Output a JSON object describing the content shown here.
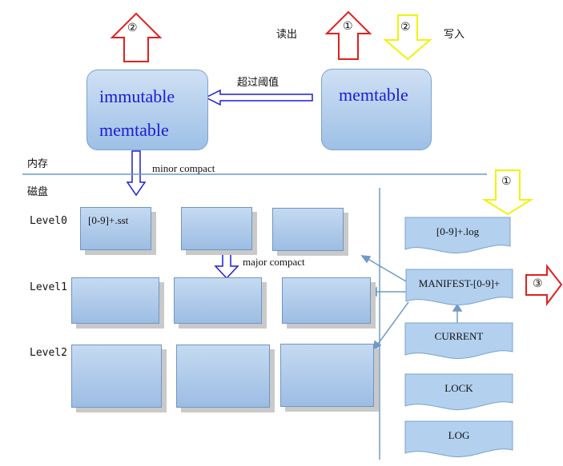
{
  "memory": {
    "immutable_line1": "immutable",
    "immutable_line2": "memtable",
    "memtable": "memtable",
    "threshold_label": "超过阈值",
    "read_label": "读出",
    "write_label": "写入",
    "memory_label": "内存",
    "disk_label": "磁盘"
  },
  "markers": {
    "two_a": "②",
    "one_a": "①",
    "two_b": "②",
    "one_b": "①",
    "three": "③"
  },
  "compaction": {
    "minor": "minor compact",
    "major": "major compact"
  },
  "levels": {
    "level0": "Level0",
    "level1": "Level1",
    "level2": "Level2",
    "sst_name": "[0-9]+.sst"
  },
  "files": {
    "log_file": "[0-9]+.log",
    "manifest": "MANIFEST-[0-9]+",
    "current": "CURRENT",
    "lock": "LOCK",
    "log": "LOG"
  },
  "colors": {
    "red_arrow": "#e02020",
    "yellow_arrow": "#ffff33",
    "blue_arrow": "#1f1fd1",
    "connector": "#6f9bc6"
  }
}
